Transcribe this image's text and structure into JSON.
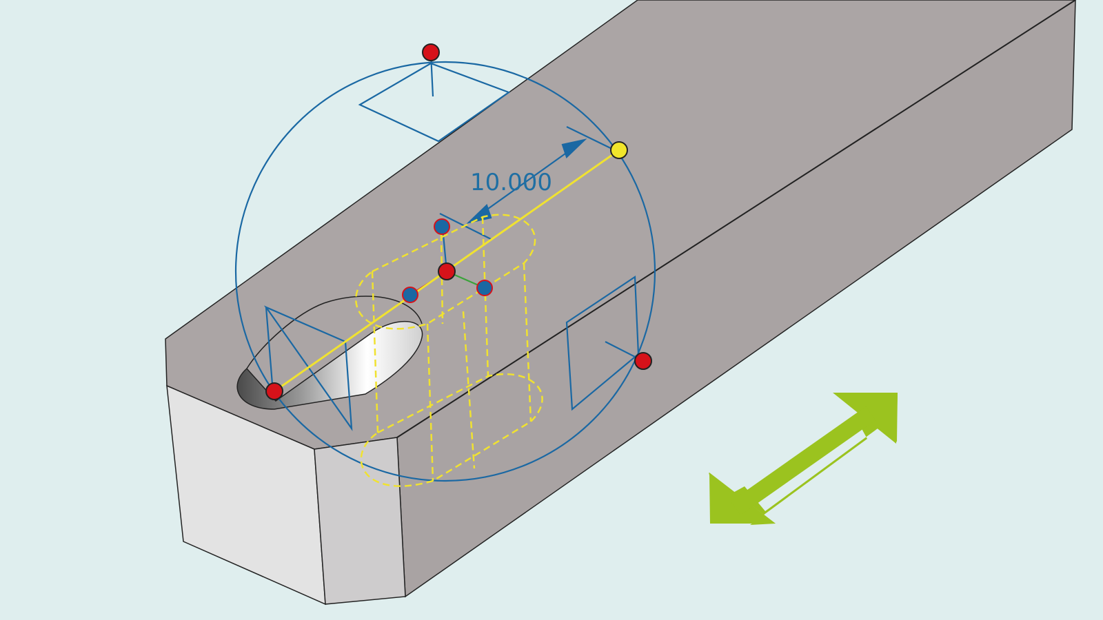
{
  "viewport": {
    "background": "#dfeeee",
    "dimension": {
      "value": "10.000",
      "color": "#1f6fa3"
    },
    "colors": {
      "body_top": "#aba5a5",
      "body_side": "#a9a3a3",
      "body_front": "#e3e3e3",
      "body_chamfer": "#cecccd",
      "gizmo": "#1a68a3",
      "preview_outline": "#f0e230",
      "handle_red": "#d6121a",
      "handle_blue": "#1a68a3",
      "handle_yellow": "#f1e62b",
      "direction_arrow": "#9bc31f"
    },
    "handles": [
      {
        "name": "top-handle",
        "color": "red"
      },
      {
        "name": "length-handle",
        "color": "yellow"
      },
      {
        "name": "origin-handle",
        "color": "red"
      },
      {
        "name": "x-axis-handle",
        "color": "blue"
      },
      {
        "name": "y-axis-handle",
        "color": "blue"
      },
      {
        "name": "z-axis-handle",
        "color": "blue"
      },
      {
        "name": "side-handle",
        "color": "red"
      },
      {
        "name": "start-handle",
        "color": "red"
      }
    ],
    "direction_indicator": "double-headed-arrow-icon"
  }
}
